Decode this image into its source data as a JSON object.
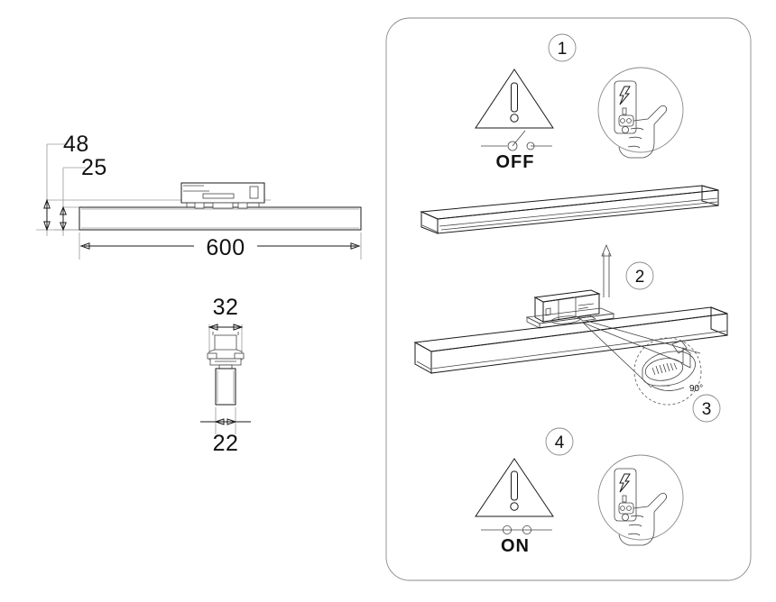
{
  "document": {
    "kind": "installation-instruction-sheet",
    "product": "linear magnetic track luminaire"
  },
  "dimensions_view": {
    "side_view": {
      "height_total_label": "48",
      "height_body_label": "25",
      "length_label": "600"
    },
    "end_view": {
      "width_adapter_label": "32",
      "width_body_label": "22"
    }
  },
  "steps": [
    {
      "number": "1",
      "action_label": "OFF",
      "warning_icon": "warning-triangle-exclamation",
      "switch_state": "open",
      "detail_icon": "hand-pressing-breaker",
      "breaker_icon": "lightning-bolt"
    },
    {
      "number": "2",
      "action_label": "",
      "arrow_direction": "up",
      "subject": "track-rail-and-luminaire"
    },
    {
      "number": "3",
      "action_label": "",
      "angle_label": "90°",
      "subject": "rotate-lock-adapter"
    },
    {
      "number": "4",
      "action_label": "ON",
      "warning_icon": "warning-triangle-exclamation",
      "switch_state": "closed",
      "detail_icon": "hand-pressing-breaker",
      "breaker_icon": "lightning-bolt"
    }
  ],
  "colors": {
    "line": "#1a1a1a",
    "line_gray": "#8a8a8a",
    "panel_border": "#555555",
    "background": "#ffffff"
  }
}
